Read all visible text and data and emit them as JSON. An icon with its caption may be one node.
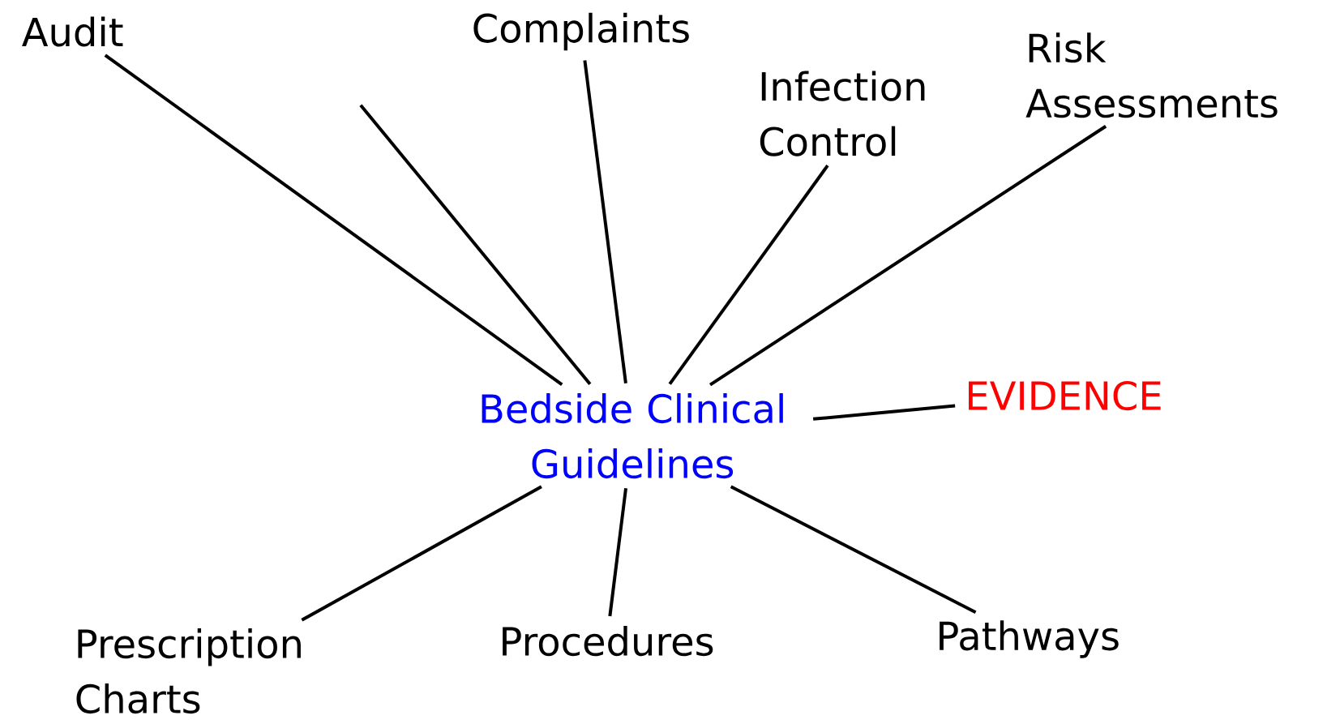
{
  "diagram": {
    "nodes": [
      {
        "text": [
          "Audit"
        ]
      },
      {
        "text": [
          "Complaints"
        ]
      },
      {
        "text": [
          "Infection Control"
        ]
      },
      {
        "text": [
          "Risk Assessments"
        ]
      },
      {
        "text": [
          "Bedside Clinical Guidelines"
        ]
      },
      {
        "text": [
          "EVIDENCE"
        ]
      },
      {
        "text": [
          "Prescription Charts"
        ]
      },
      {
        "text": [
          "Procedures"
        ]
      },
      {
        "text": [
          "Pathways"
        ]
      }
    ],
    "edges": [
      {
        "from": 4,
        "to": 0,
        "arrow": "none"
      },
      {
        "from": 4,
        "to": null,
        "arrow": "none"
      },
      {
        "from": 4,
        "to": 1,
        "arrow": "none"
      },
      {
        "from": 4,
        "to": 2,
        "arrow": "none"
      },
      {
        "from": 4,
        "to": 3,
        "arrow": "none"
      },
      {
        "from": 4,
        "to": 5,
        "arrow": "none"
      },
      {
        "from": 4,
        "to": 6,
        "arrow": "none"
      },
      {
        "from": 4,
        "to": 7,
        "arrow": "none"
      },
      {
        "from": 4,
        "to": 8,
        "arrow": "none"
      }
    ]
  }
}
